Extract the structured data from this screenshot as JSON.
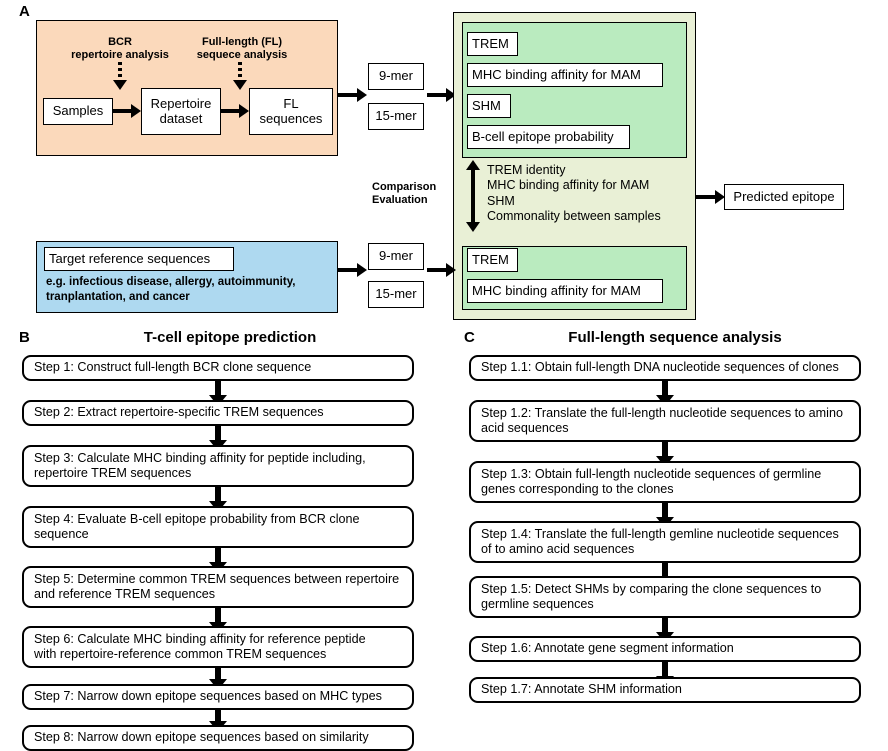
{
  "figure": {
    "panels": [
      {
        "letter": "A"
      },
      {
        "letter": "B"
      },
      {
        "letter": "C"
      }
    ]
  },
  "panelA": {
    "letter": "A",
    "repertoire_flow": {
      "caption_bcr": "BCR\nrepertoire analysis",
      "caption_fl": "Full-length (FL)\nsequece analysis",
      "samples": "Samples",
      "repertoire_dataset": "Repertoire\ndataset",
      "fl_sequences": "FL\nsequences"
    },
    "mers_top": {
      "nine": "9-mer",
      "fifteen": "15-mer"
    },
    "mers_bottom": {
      "nine": "9-mer",
      "fifteen": "15-mer"
    },
    "reference": {
      "title": "Target reference sequences",
      "examples": "e.g. infectious disease, allergy, autoimmunity,\ntranplantation, and cancer"
    },
    "repertoire_features": [
      "TREM",
      "MHC binding affinity for MAM",
      "SHM",
      "B-cell epitope probability"
    ],
    "reference_features": [
      "TREM",
      "MHC binding affinity for MAM"
    ],
    "comparison_label": "Comparison\nEvaluation",
    "comparison_criteria": "TREM identity\nMHC binding affinity for MAM\nSHM\nCommonality between samples",
    "output": "Predicted epitope",
    "colors": {
      "peach": "#fbd9bb",
      "blue": "#aed9f0",
      "outer_green": "#e9f0d6",
      "inner_green": "#baebbf",
      "stroke": "#000000",
      "white": "#ffffff"
    }
  },
  "panelB": {
    "letter": "B",
    "title": "T-cell epitope prediction",
    "steps": [
      "Step 1: Construct full-length BCR clone sequence",
      "Step 2: Extract repertoire-specific TREM sequences",
      "Step 3: Calculate MHC binding affinity for peptide including,\n            repertoire TREM sequences",
      "Step 4: Evaluate B-cell epitope probability from BCR clone\n            sequence",
      "Step 5: Determine common TREM sequences between repertoire\n            and reference TREM sequences",
      "Step 6: Calculate MHC binding affinity for reference peptide\n            with repertoire-reference common TREM sequences",
      "Step 7: Narrow down epitope sequences based on MHC types",
      "Step 8: Narrow down epitope sequences based on similarity"
    ]
  },
  "panelC": {
    "letter": "C",
    "title": "Full-length sequence analysis",
    "steps": [
      "Step 1.1: Obtain full-length DNA nucleotide sequences of clones",
      "Step 1.2: Translate the full-length nucleotide sequences to amino\n              acid sequences",
      "Step 1.3: Obtain full-length nucleotide sequences of germline\n              genes corresponding to the clones",
      "Step 1.4: Translate the full-length gemline nucleotide sequences\n              of to amino acid sequences",
      "Step 1.5: Detect SHMs by comparing the clone sequences to\n              germline sequences",
      "Step 1.6: Annotate gene segment information",
      "Step 1.7: Annotate SHM information"
    ]
  }
}
